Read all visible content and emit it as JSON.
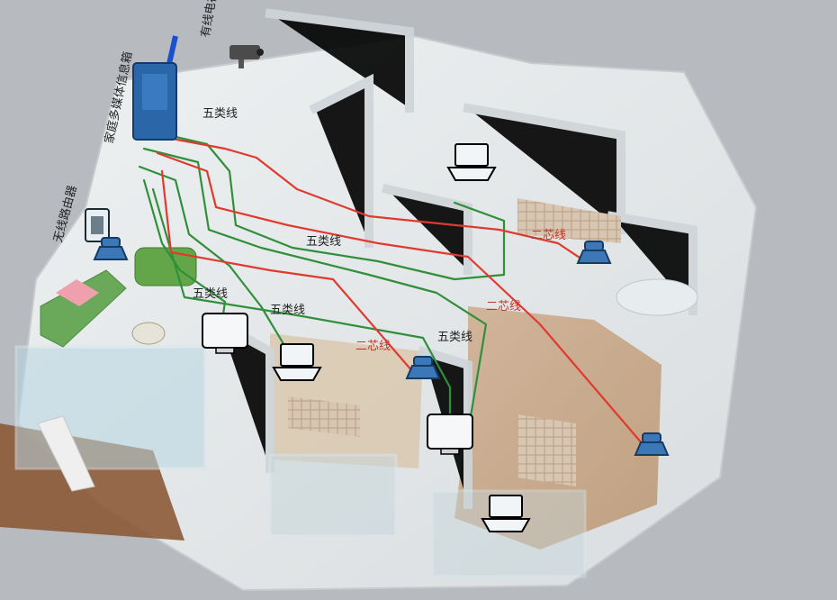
{
  "labels": {
    "cable_tv_line": "有线电视",
    "main_box_left": "家庭多媒体信息箱",
    "wireless_router": "无线路由器",
    "network_line_1": "五类线",
    "network_line_2": "五类线",
    "network_line_3": "五类线",
    "network_line_4": "五类线",
    "network_line_5": "五类线",
    "phone_line_1": "二芯线",
    "phone_line_2": "二芯线",
    "phone_line_3": "二芯线"
  },
  "legend_colors": {
    "network": "#2f8f3a",
    "phone": "#e03a2f",
    "tv": "#1b4fd1",
    "router": "#2b67a8"
  },
  "icons": {
    "camera": "security-camera",
    "laptop": "laptop",
    "monitor": "desktop-monitor",
    "phone": "telephone",
    "router": "wireless-router",
    "box": "media-box"
  }
}
